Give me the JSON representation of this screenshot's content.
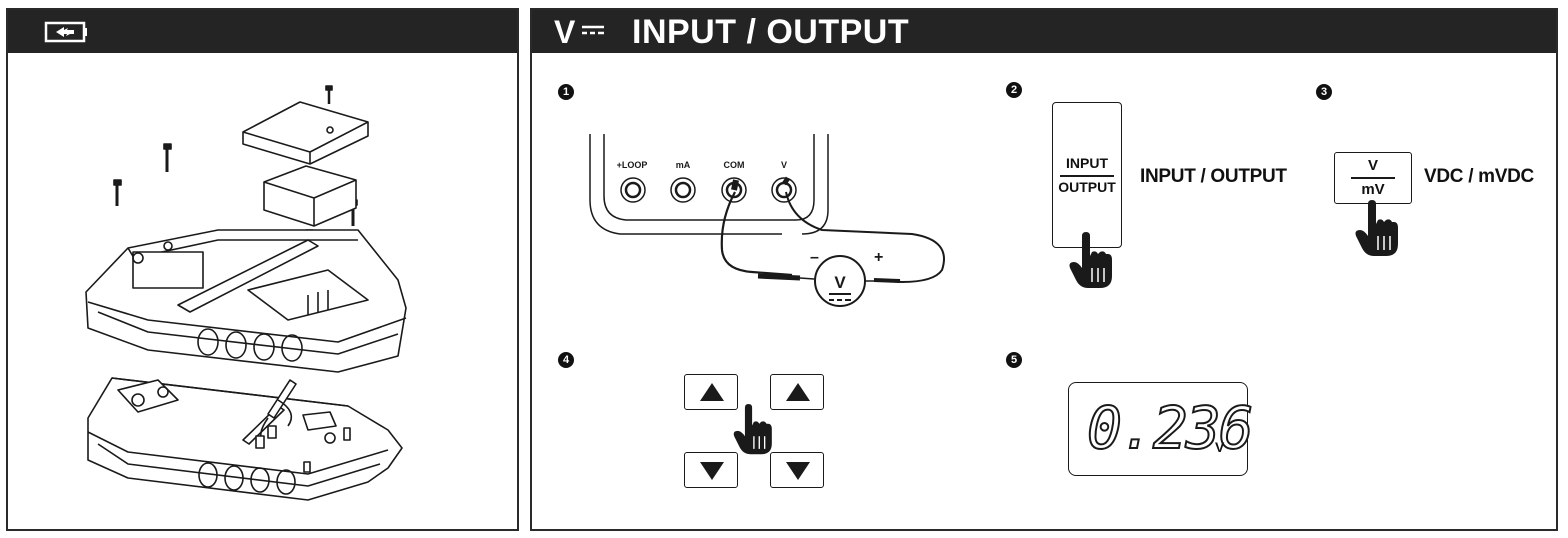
{
  "header": {
    "title": "INPUT / OUTPUT",
    "symbol": "V"
  },
  "step1": {
    "number": "1",
    "jacks": [
      "+LOOP",
      "mA",
      "COM",
      "V"
    ],
    "minus": "–",
    "plus": "+",
    "meter": "V"
  },
  "step2": {
    "number": "2",
    "button_top": "INPUT",
    "button_bottom": "OUTPUT",
    "label": "INPUT / OUTPUT"
  },
  "step3": {
    "number": "3",
    "button_top": "V",
    "button_bottom": "mV",
    "label": "VDC / mVDC"
  },
  "step4": {
    "number": "4"
  },
  "step5": {
    "number": "5",
    "reading": "0.236",
    "unit": "V"
  },
  "colors": {
    "header_bg": "#242424",
    "stroke": "#1a1a1a",
    "fill_light": "#e8e8e8"
  }
}
